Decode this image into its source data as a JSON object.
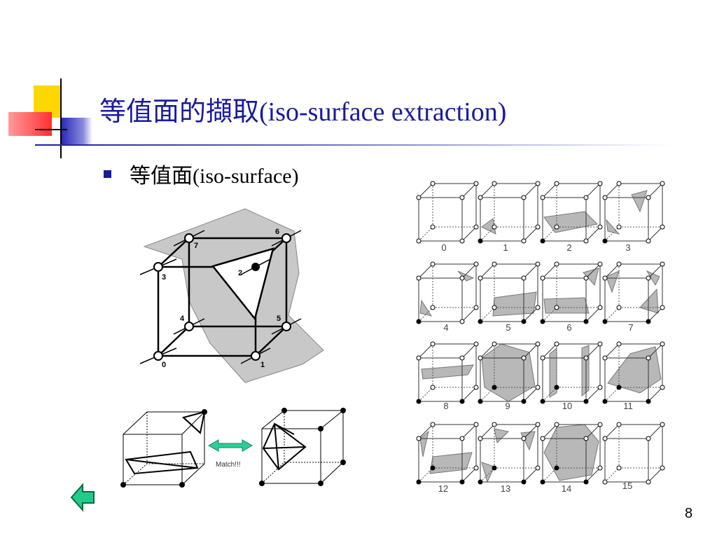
{
  "slide": {
    "title": "等值面的擷取(iso-surface extraction)",
    "bullet": "等值面(iso-surface)",
    "page_number": "8"
  },
  "main_cube": {
    "vertex_labels": [
      "0",
      "1",
      "2",
      "3",
      "4",
      "5",
      "6",
      "7"
    ]
  },
  "match_figure": {
    "arrow_label": "Match!!!"
  },
  "cases": {
    "labels": [
      "0",
      "1",
      "2",
      "3",
      "4",
      "5",
      "6",
      "7",
      "8",
      "9",
      "10",
      "11",
      "12",
      "13",
      "14",
      "15"
    ]
  },
  "nav": {
    "back_icon": "left-arrow-icon"
  },
  "colors": {
    "title": "#1a1a9e",
    "surface_gray": "#c8c8c8",
    "deco_yellow": "#ffd700",
    "deco_red": "#ff4444",
    "deco_blue": "#2a2ab8",
    "match_arrow": "#2ecc9a",
    "nav_arrow": "#22cc88"
  }
}
